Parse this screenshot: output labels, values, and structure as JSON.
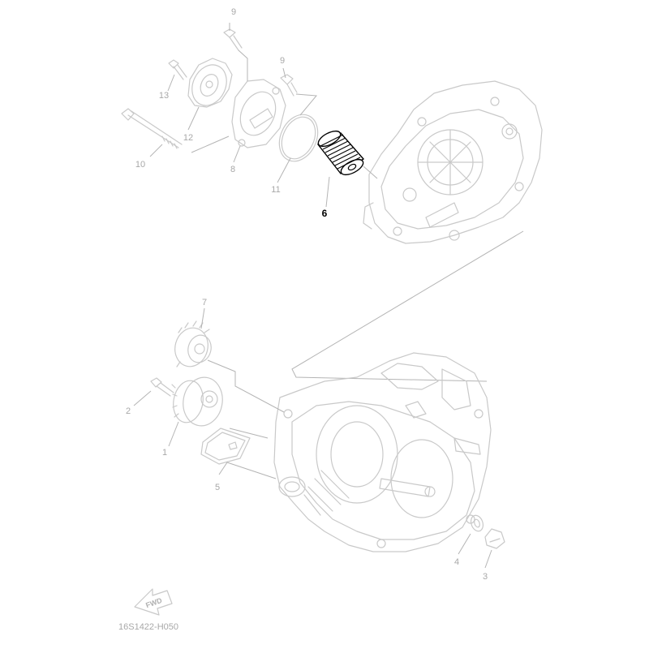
{
  "callouts": {
    "p1": "1",
    "p2": "2",
    "p3": "3",
    "p4": "4",
    "p5": "5",
    "p6": "6",
    "p7": "7",
    "p8": "8",
    "p9a": "9",
    "p9b": "9",
    "p10": "10",
    "p11": "11",
    "p12": "12",
    "p13": "13"
  },
  "highlighted_part": "6",
  "forward_label": "FWD",
  "diagram_code": "16S1422-H050",
  "colors": {
    "highlight": "#000000",
    "ghost_line": "#c9c9c9",
    "callout_text": "#a8a8a8"
  },
  "icons": {
    "forward": "fwd-arrow-icon"
  }
}
